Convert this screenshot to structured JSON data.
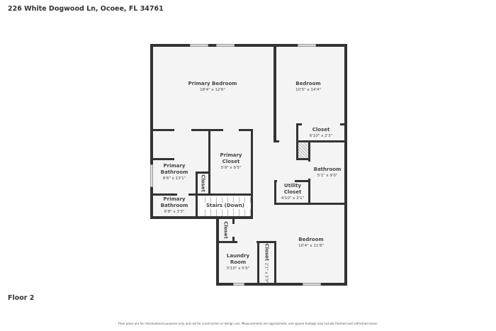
{
  "address": "226 White Dogwood Ln, Ocoee, FL 34761",
  "floor_label": "Floor 2",
  "disclaimer": "Floor plans are for informational purposes only and not for construction or design use. Measurements are approximate, and square footage may include finished and unfinished areas.",
  "rooms": {
    "primary_bedroom": {
      "name": "Primary Bedroom",
      "dims": "18'4\" x 12'6\""
    },
    "bedroom1": {
      "name": "Bedroom",
      "dims": "10'5\" x 14'4\""
    },
    "closet1": {
      "name": "Closet",
      "dims": "6'10\" x 2'3\""
    },
    "primary_bathroom": {
      "name": "Primary Bathroom",
      "dims": "8'6\" x 13'1\""
    },
    "primary_closet": {
      "name": "Primary Closet",
      "dims": "5'9\" x 9'5\""
    },
    "closet_small": {
      "name": "Closet"
    },
    "bathroom": {
      "name": "Bathroom",
      "dims": "5'1\" x 9'0\""
    },
    "utility_closet": {
      "name": "Utility Closet",
      "dims": "4'10\" x 3'1\""
    },
    "primary_bathroom2": {
      "name": "Primary Bathroom",
      "dims": "6'8\" x 3'3\""
    },
    "stairs": {
      "name": "Stairs (Down)"
    },
    "hall_closet": {
      "name": "Closet"
    },
    "bedroom2": {
      "name": "Bedroom",
      "dims": "10'4\" x 11'8\""
    },
    "laundry": {
      "name": "Laundry Room",
      "dims": "5'10\" x 5'9\""
    },
    "closet2": {
      "name": "Closet",
      "dims": "2'1\" x 5'9\""
    }
  }
}
